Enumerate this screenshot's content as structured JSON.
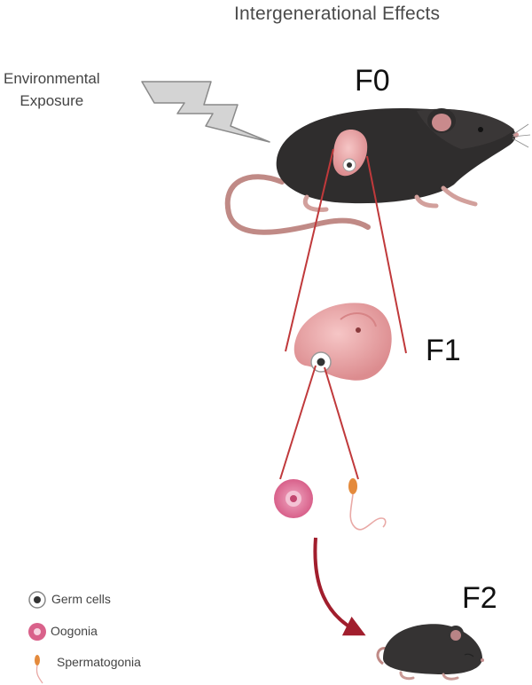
{
  "title": "Intergenerational Effects",
  "exposure_label": [
    "Environmental",
    "Exposure"
  ],
  "generations": {
    "f0": "F0",
    "f1": "F1",
    "f2": "F2"
  },
  "legend": {
    "germ_cells": "Germ cells",
    "oogonia": "Oogonia",
    "spermatogonia": "Spermatogonia"
  },
  "colors": {
    "mouse_body": "#2f2d2d",
    "mouse_ear": "#c98a8c",
    "mouse_tail": "#c08a86",
    "embryo": "#e9a3a5",
    "projection_line": "#c0393b",
    "arrow": "#a11e2d",
    "oogonia": "#d9618a",
    "lightning": "#d2d2d2"
  }
}
